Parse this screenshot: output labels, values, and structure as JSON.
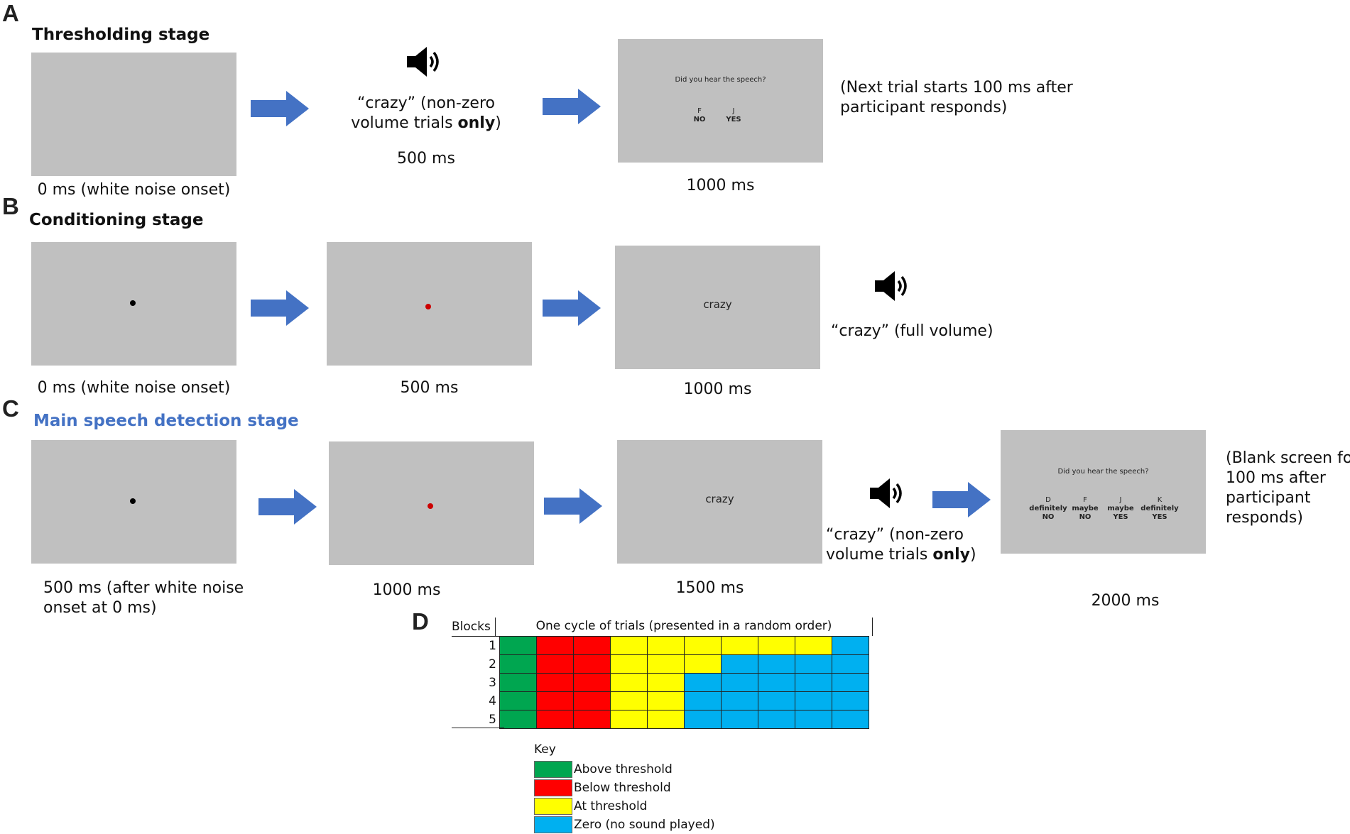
{
  "colors": {
    "screen": "#c0c0c0",
    "arrow": "#4472c4",
    "title_blue": "#4472c4",
    "red_dot": "#cc0000",
    "above": "#00a650",
    "below": "#ff0000",
    "at": "#ffff00",
    "zero": "#00b0f0"
  },
  "panel_a": {
    "letter": "A",
    "title": "Thresholding stage",
    "cap1": "0 ms (white noise onset)",
    "sound_line1": "“crazy” (non-zero",
    "sound_line2_pre": "volume trials ",
    "sound_line2_bold": "only",
    "sound_line2_post": ")",
    "cap2": "500 ms",
    "screen_question": "Did you hear the speech?",
    "options": [
      {
        "key": "F",
        "label": "NO"
      },
      {
        "key": "J",
        "label": "YES"
      }
    ],
    "cap3": "1000 ms",
    "note_line1": "(Next trial starts 100 ms after",
    "note_line2": "participant responds)",
    "speaker_icon": "speaker-icon"
  },
  "panel_b": {
    "letter": "B",
    "title": "Conditioning stage",
    "cap1": "0 ms (white noise onset)",
    "cap2": "500 ms",
    "screen_word": "crazy",
    "cap3": "1000 ms",
    "sound_text": "“crazy” (full volume)",
    "speaker_icon": "speaker-icon"
  },
  "panel_c": {
    "letter": "C",
    "title": "Main speech detection stage",
    "cap1_line1": "500 ms (after white noise",
    "cap1_line2": "onset at 0 ms)",
    "cap2": "1000 ms",
    "screen_word": "crazy",
    "cap3": "1500 ms",
    "sound_line1": "“crazy” (non-zero",
    "sound_line2_pre": "volume trials ",
    "sound_line2_bold": "only",
    "sound_line2_post": ")",
    "screen_question": "Did you hear the speech?",
    "options": [
      {
        "key": "D",
        "label1": "definitely",
        "label2": "NO"
      },
      {
        "key": "F",
        "label1": "maybe",
        "label2": "NO"
      },
      {
        "key": "J",
        "label1": "maybe",
        "label2": "YES"
      },
      {
        "key": "K",
        "label1": "definitely",
        "label2": "YES"
      }
    ],
    "cap4": "2000 ms",
    "note_line1": "(Blank screen for",
    "note_line2": "100 ms after",
    "note_line3": "participant",
    "note_line4": "responds)",
    "speaker_icon": "speaker-icon"
  },
  "panel_d": {
    "letter": "D",
    "blocks_header": "Blocks",
    "cycle_header": "One cycle of trials (presented in a random order)",
    "rows": [
      {
        "block": "1",
        "cells": [
          "above",
          "below",
          "below",
          "at",
          "at",
          "at",
          "at",
          "at",
          "at",
          "zero"
        ]
      },
      {
        "block": "2",
        "cells": [
          "above",
          "below",
          "below",
          "at",
          "at",
          "at",
          "zero",
          "zero",
          "zero",
          "zero"
        ]
      },
      {
        "block": "3",
        "cells": [
          "above",
          "below",
          "below",
          "at",
          "at",
          "zero",
          "zero",
          "zero",
          "zero",
          "zero"
        ]
      },
      {
        "block": "4",
        "cells": [
          "above",
          "below",
          "below",
          "at",
          "at",
          "zero",
          "zero",
          "zero",
          "zero",
          "zero"
        ]
      },
      {
        "block": "5",
        "cells": [
          "above",
          "below",
          "below",
          "at",
          "at",
          "zero",
          "zero",
          "zero",
          "zero",
          "zero"
        ]
      }
    ],
    "key_title": "Key",
    "key": [
      {
        "id": "above",
        "label": "Above threshold"
      },
      {
        "id": "below",
        "label": "Below threshold"
      },
      {
        "id": "at",
        "label": "At threshold"
      },
      {
        "id": "zero",
        "label": "Zero (no sound played)"
      }
    ]
  }
}
